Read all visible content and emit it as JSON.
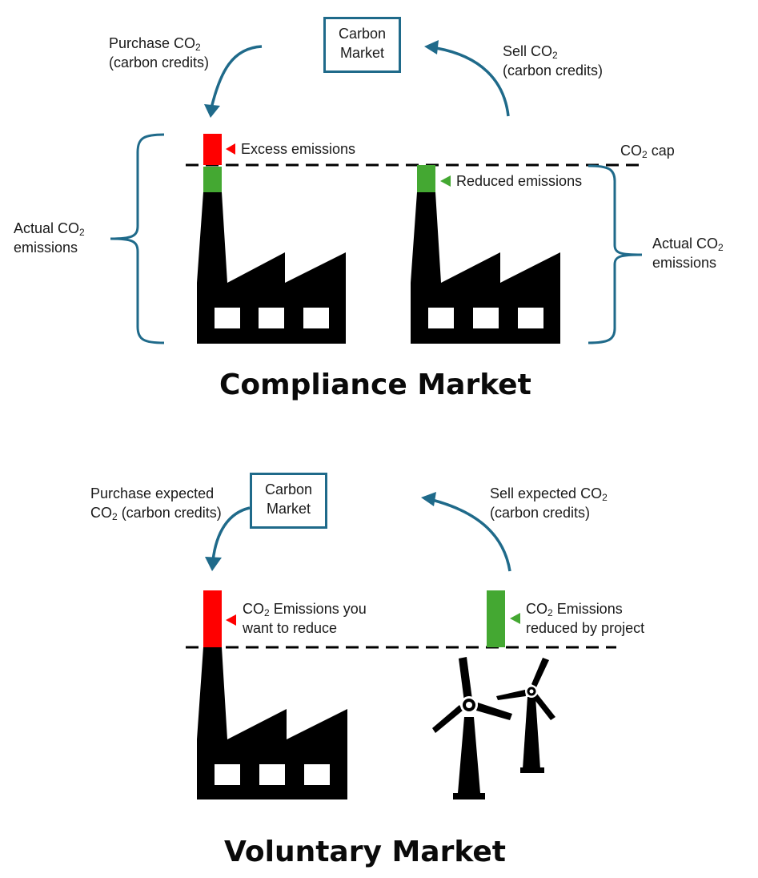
{
  "colors": {
    "arrow": "#1f6a8a",
    "excess": "#ff0000",
    "reduced": "#44a832",
    "factory": "#000000"
  },
  "compliance": {
    "title": "Compliance Market",
    "market_box": [
      "Carbon",
      "Market"
    ],
    "purchase_label": [
      "Purchase CO",
      "2",
      "(carbon credits)"
    ],
    "sell_label": [
      "Sell CO",
      "2",
      "(carbon credits)"
    ],
    "excess_label": "Excess emissions",
    "reduced_label": "Reduced emissions",
    "cap_label": [
      "CO",
      "2",
      " cap"
    ],
    "actual_left": [
      "Actual CO",
      "2",
      "emissions"
    ],
    "actual_right": [
      "Actual CO",
      "2",
      "emissions"
    ]
  },
  "voluntary": {
    "title": "Voluntary Market",
    "market_box": [
      "Carbon",
      "Market"
    ],
    "purchase_label": [
      "Purchase expected",
      "CO",
      "2",
      " (carbon credits)"
    ],
    "sell_label": [
      "Sell expected CO",
      "2",
      "(carbon credits)"
    ],
    "want_reduce_label": [
      "CO",
      "2",
      " Emissions you",
      "want to reduce"
    ],
    "project_label": [
      "CO",
      "2",
      " Emissions",
      "reduced by project"
    ]
  }
}
